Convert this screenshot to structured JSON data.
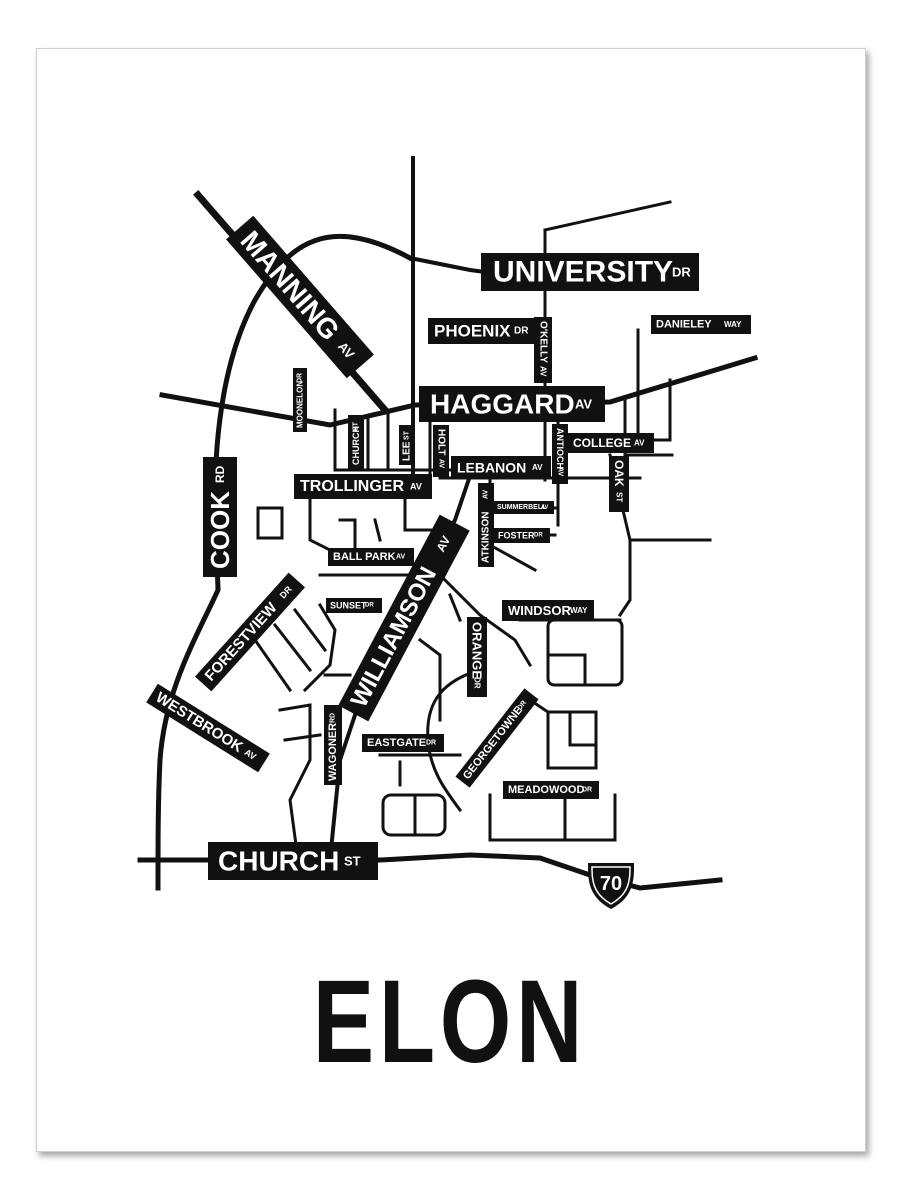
{
  "city": "ELON",
  "colors": {
    "ink": "#111111",
    "paper": "#ffffff"
  },
  "highway": {
    "number": "70",
    "icon": "us-highway-shield-icon"
  },
  "streets": {
    "university": {
      "name": "UNIVERSITY",
      "suffix": "DR"
    },
    "manning": {
      "name": "MANNING",
      "suffix": "AV"
    },
    "phoenix": {
      "name": "PHOENIX",
      "suffix": "DR"
    },
    "okelly": {
      "name": "O'KELLY",
      "suffix": "AV"
    },
    "danieley": {
      "name": "DANIELEY",
      "suffix": "WAY"
    },
    "haggard": {
      "name": "HAGGARD",
      "suffix": "AV"
    },
    "moonelon": {
      "name": "MOONELON",
      "suffix": "DR"
    },
    "church_st_small": {
      "name": "CHURCH",
      "suffix": "ST"
    },
    "lee": {
      "name": "LEE",
      "suffix": "ST"
    },
    "holt": {
      "name": "HOLT",
      "suffix": "AV"
    },
    "antioch": {
      "name": "ANTIOCH",
      "suffix": "AV"
    },
    "college": {
      "name": "COLLEGE",
      "suffix": "AV"
    },
    "lebanon": {
      "name": "LEBANON",
      "suffix": "AV"
    },
    "oak": {
      "name": "OAK",
      "suffix": "ST"
    },
    "trollinger": {
      "name": "TROLLINGER",
      "suffix": "AV"
    },
    "cook": {
      "name": "COOK",
      "suffix": "RD"
    },
    "atkinson": {
      "name": "ATKINSON",
      "suffix": "AV"
    },
    "summerbell": {
      "name": "SUMMERBELL",
      "suffix": "AV"
    },
    "foster": {
      "name": "FOSTER",
      "suffix": "DR"
    },
    "ballpark": {
      "name": "BALL PARK",
      "suffix": "AV"
    },
    "williamson": {
      "name": "WILLIAMSON",
      "suffix": "AV"
    },
    "forestview": {
      "name": "FORESTVIEW",
      "suffix": "DR"
    },
    "sunset": {
      "name": "SUNSET",
      "suffix": "DR"
    },
    "windsor": {
      "name": "WINDSOR",
      "suffix": "WAY"
    },
    "orange": {
      "name": "ORANGE",
      "suffix": "DR"
    },
    "westbrook": {
      "name": "WESTBROOK",
      "suffix": "AV"
    },
    "wagoner": {
      "name": "WAGONER",
      "suffix": "RD"
    },
    "eastgate": {
      "name": "EASTGATE",
      "suffix": "DR"
    },
    "georgetowne": {
      "name": "GEORGETOWNE",
      "suffix": "DR"
    },
    "meadowood": {
      "name": "MEADOWOOD",
      "suffix": "DR"
    },
    "church_main": {
      "name": "CHURCH",
      "suffix": "ST"
    }
  }
}
